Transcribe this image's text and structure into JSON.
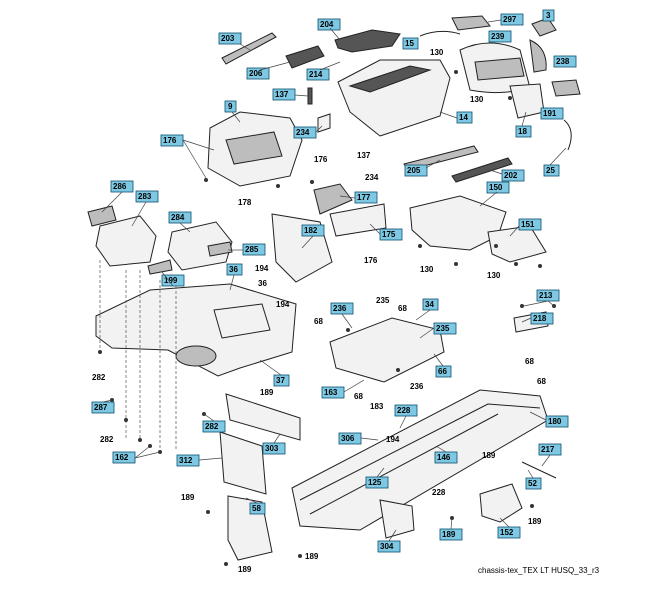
{
  "diagram": {
    "caption": "chassis-tex_TEX LT HUSQ_33_r3",
    "callouts": [
      {
        "id": "c203",
        "label": "203"
      },
      {
        "id": "c204",
        "label": "204"
      },
      {
        "id": "c297",
        "label": "297"
      },
      {
        "id": "c3",
        "label": "3"
      },
      {
        "id": "c15",
        "label": "15"
      },
      {
        "id": "c239",
        "label": "239"
      },
      {
        "id": "c238",
        "label": "238"
      },
      {
        "id": "c206",
        "label": "206"
      },
      {
        "id": "c214",
        "label": "214"
      },
      {
        "id": "c137a",
        "label": "137"
      },
      {
        "id": "c9",
        "label": "9"
      },
      {
        "id": "c234a",
        "label": "234"
      },
      {
        "id": "c14",
        "label": "14"
      },
      {
        "id": "c191",
        "label": "191"
      },
      {
        "id": "c176a",
        "label": "176"
      },
      {
        "id": "c18",
        "label": "18"
      },
      {
        "id": "c205",
        "label": "205"
      },
      {
        "id": "c202",
        "label": "202"
      },
      {
        "id": "c25",
        "label": "25"
      },
      {
        "id": "c286",
        "label": "286"
      },
      {
        "id": "c283",
        "label": "283"
      },
      {
        "id": "c284",
        "label": "284"
      },
      {
        "id": "c177",
        "label": "177"
      },
      {
        "id": "c150",
        "label": "150"
      },
      {
        "id": "c175",
        "label": "175"
      },
      {
        "id": "c182",
        "label": "182"
      },
      {
        "id": "c285",
        "label": "285"
      },
      {
        "id": "c151",
        "label": "151"
      },
      {
        "id": "c36",
        "label": "36"
      },
      {
        "id": "c199",
        "label": "199"
      },
      {
        "id": "c213",
        "label": "213"
      },
      {
        "id": "c236",
        "label": "236"
      },
      {
        "id": "c34",
        "label": "34"
      },
      {
        "id": "c218",
        "label": "218"
      },
      {
        "id": "c235",
        "label": "235"
      },
      {
        "id": "c66",
        "label": "66"
      },
      {
        "id": "c37",
        "label": "37"
      },
      {
        "id": "c163",
        "label": "163"
      },
      {
        "id": "c287",
        "label": "287"
      },
      {
        "id": "c228a",
        "label": "228"
      },
      {
        "id": "c282",
        "label": "282"
      },
      {
        "id": "c180",
        "label": "180"
      },
      {
        "id": "c306",
        "label": "306"
      },
      {
        "id": "c303",
        "label": "303"
      },
      {
        "id": "c146",
        "label": "146"
      },
      {
        "id": "c162",
        "label": "162"
      },
      {
        "id": "c312",
        "label": "312"
      },
      {
        "id": "c217",
        "label": "217"
      },
      {
        "id": "c125",
        "label": "125"
      },
      {
        "id": "c52",
        "label": "52"
      },
      {
        "id": "c58",
        "label": "58"
      },
      {
        "id": "c152",
        "label": "152"
      },
      {
        "id": "c304",
        "label": "304"
      },
      {
        "id": "c189a",
        "label": "189"
      }
    ],
    "plain_labels": [
      {
        "id": "p130a",
        "label": "130"
      },
      {
        "id": "p130b",
        "label": "130"
      },
      {
        "id": "p176b",
        "label": "176"
      },
      {
        "id": "p137b",
        "label": "137"
      },
      {
        "id": "p234b",
        "label": "234"
      },
      {
        "id": "p178",
        "label": "178"
      },
      {
        "id": "p176c",
        "label": "176"
      },
      {
        "id": "p194a",
        "label": "194"
      },
      {
        "id": "p36",
        "label": "36"
      },
      {
        "id": "p194b",
        "label": "194"
      },
      {
        "id": "p130c",
        "label": "130"
      },
      {
        "id": "p130d",
        "label": "130"
      },
      {
        "id": "p235",
        "label": "235"
      },
      {
        "id": "p68a",
        "label": "68"
      },
      {
        "id": "p68b",
        "label": "68"
      },
      {
        "id": "p236",
        "label": "236"
      },
      {
        "id": "p68c",
        "label": "68"
      },
      {
        "id": "p68d",
        "label": "68"
      },
      {
        "id": "p68e",
        "label": "68"
      },
      {
        "id": "p183",
        "label": "183"
      },
      {
        "id": "p282a",
        "label": "282"
      },
      {
        "id": "p189a",
        "label": "189"
      },
      {
        "id": "p282b",
        "label": "282"
      },
      {
        "id": "p194c",
        "label": "194"
      },
      {
        "id": "p189b",
        "label": "189"
      },
      {
        "id": "p228",
        "label": "228"
      },
      {
        "id": "p189c",
        "label": "189"
      },
      {
        "id": "p189d",
        "label": "189"
      },
      {
        "id": "p189e",
        "label": "189"
      },
      {
        "id": "p189f",
        "label": "189"
      }
    ]
  }
}
